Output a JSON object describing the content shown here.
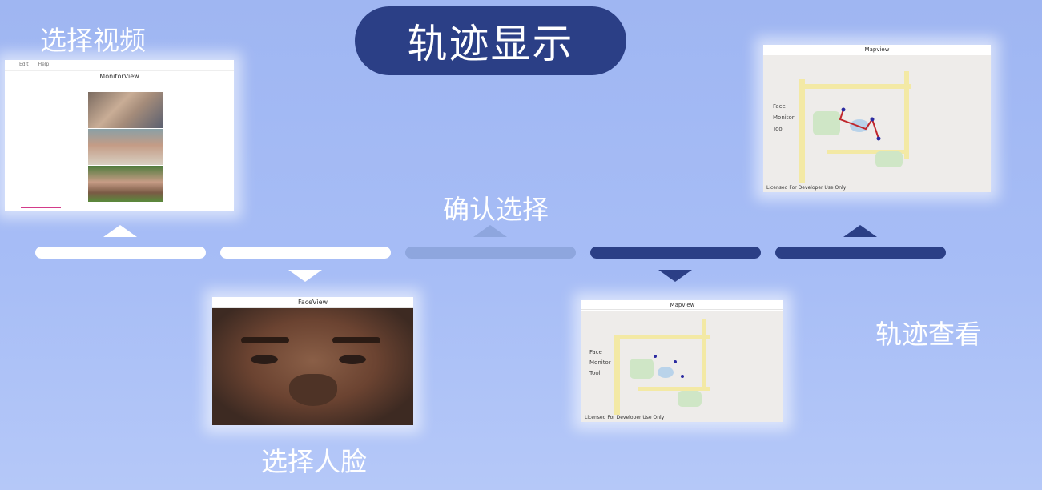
{
  "title": "轨迹显示",
  "steps": {
    "select_video": "选择视频",
    "select_face": "选择人脸",
    "confirm_select": "确认选择",
    "view_track": "轨迹查看"
  },
  "monitor_window": {
    "menu": [
      "Edit",
      "Help"
    ],
    "title": "MonitorView"
  },
  "face_window": {
    "title": "FaceView"
  },
  "map_window": {
    "title": "Mapview",
    "side_menu": [
      "Face",
      "Monitor",
      "Tool"
    ],
    "footer": "Licensed For Developer Use Only"
  },
  "colors": {
    "accent": "#2b3f86",
    "faded": "#8ea6de",
    "white": "#ffffff"
  }
}
